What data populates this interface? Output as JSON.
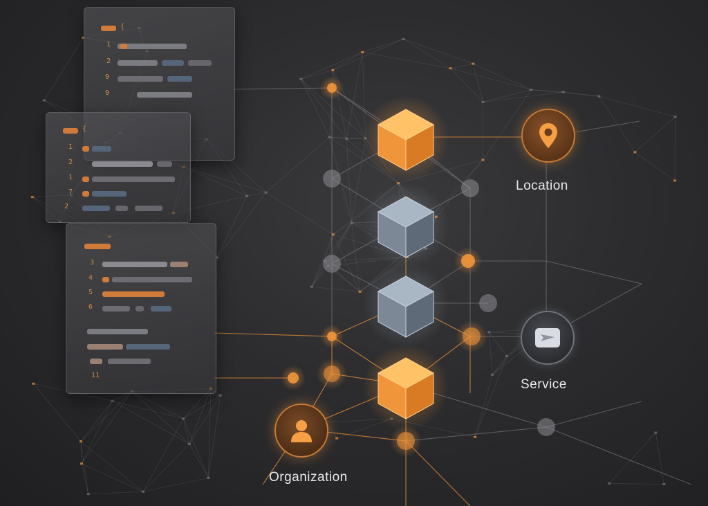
{
  "diagram": {
    "entities": [
      {
        "id": "location",
        "label": "Location",
        "icon": "location-pin-icon"
      },
      {
        "id": "service",
        "label": "Service",
        "icon": "envelope-icon"
      },
      {
        "id": "organization",
        "label": "Organization",
        "icon": "person-icon"
      }
    ],
    "cubes": [
      {
        "id": "cube-1",
        "style": "orange"
      },
      {
        "id": "cube-2",
        "style": "slate"
      },
      {
        "id": "cube-3",
        "style": "slate"
      },
      {
        "id": "cube-4",
        "style": "orange"
      }
    ],
    "panels": [
      {
        "header": "{",
        "lines": [
          "1",
          "2",
          "9",
          "9"
        ]
      },
      {
        "header": "{",
        "lines": [
          "1",
          "2",
          "1",
          "7",
          "2"
        ]
      },
      {
        "header": "",
        "lines": [
          "3",
          "4",
          "5",
          "6",
          "",
          "",
          "",
          "11"
        ]
      }
    ]
  },
  "colors": {
    "accent": "#f0953a",
    "accent_light": "#ffc266",
    "slate": "#8b97a4",
    "background": "#2c2c2e",
    "line": "#8a8a90"
  }
}
